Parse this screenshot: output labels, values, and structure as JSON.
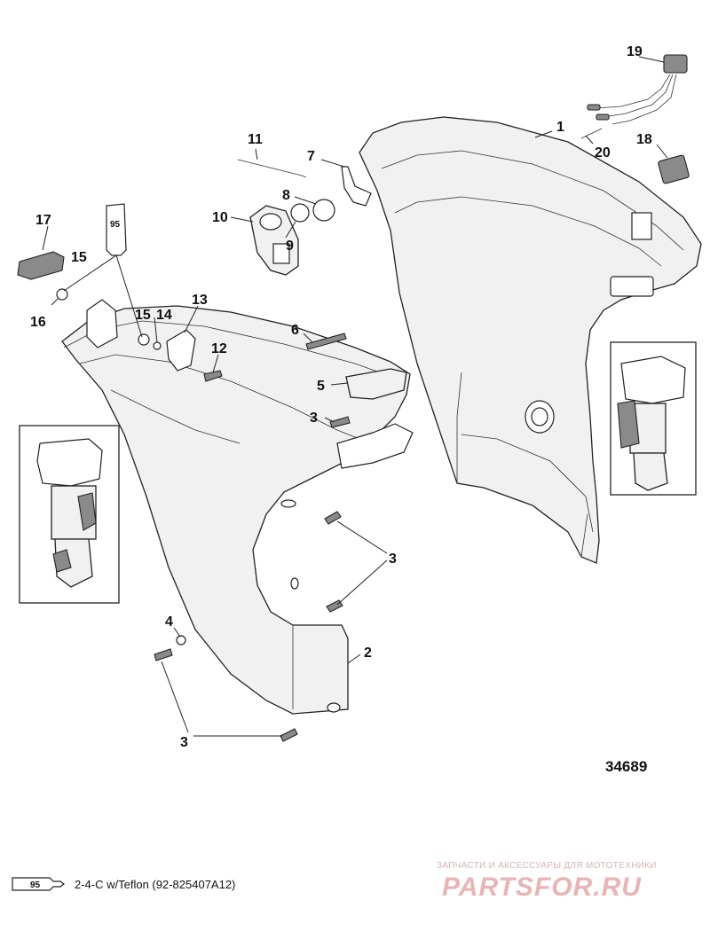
{
  "callouts": {
    "c1": "1",
    "c2": "2",
    "c3a": "3",
    "c3b": "3",
    "c3c": "3",
    "c4": "4",
    "c5": "5",
    "c6": "6",
    "c7": "7",
    "c8": "8",
    "c9": "9",
    "c10": "10",
    "c11": "11",
    "c12": "12",
    "c13": "13",
    "c14": "14",
    "c15a": "15",
    "c15b": "15",
    "c16": "16",
    "c17": "17",
    "c18": "18",
    "c19": "19",
    "c20": "20"
  },
  "figure_number": "34689",
  "legend": {
    "tube_label": "95",
    "text": "2-4-C w/Teflon (92-825407A12)"
  },
  "watermark": {
    "tagline": "ЗАПЧАСТИ И АКСЕССУАРЫ ДЛЯ МОТОТЕХНИКИ",
    "brand": "PARTSFOR.RU"
  },
  "colors": {
    "line": "#222222",
    "part_fill": "#f1f1f1",
    "watermark": "#e8b4b4"
  }
}
